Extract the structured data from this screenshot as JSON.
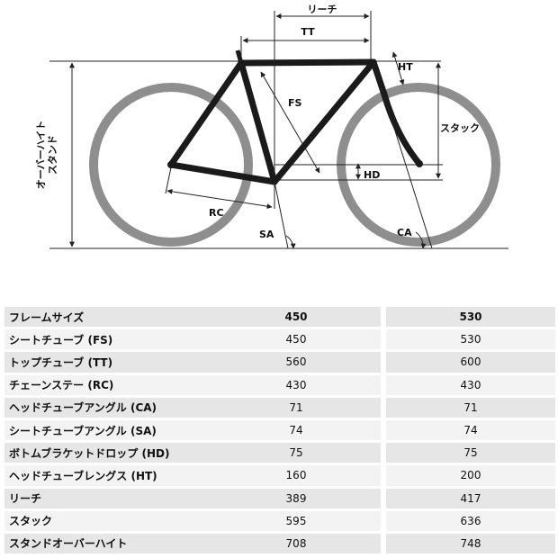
{
  "diagram": {
    "labels": {
      "reach": "リーチ",
      "tt": "TT",
      "ht": "HT",
      "fs": "FS",
      "stack": "スタック",
      "hd": "HD",
      "rc": "RC",
      "sa": "SA",
      "ca": "CA",
      "standover_line1": "スタンド",
      "standover_line2": "オーバーハイト"
    },
    "colors": {
      "wheel": "#8e8e8e",
      "frame": "#1a1a1a",
      "dim_line": "#222222"
    }
  },
  "table": {
    "header": {
      "label": "フレームサイズ",
      "sizes": [
        "450",
        "530"
      ]
    },
    "rows": [
      {
        "label": "シートチューブ (FS)",
        "values": [
          "450",
          "530"
        ]
      },
      {
        "label": "トップチューブ (TT)",
        "values": [
          "560",
          "600"
        ]
      },
      {
        "label": "チェーンステー (RC)",
        "values": [
          "430",
          "430"
        ]
      },
      {
        "label": "ヘッドチューブアングル (CA)",
        "values": [
          "71",
          "71"
        ]
      },
      {
        "label": "シートチューブアングル (SA)",
        "values": [
          "74",
          "74"
        ]
      },
      {
        "label": "ボトムブラケットドロップ (HD)",
        "values": [
          "75",
          "75"
        ]
      },
      {
        "label": "ヘッドチューブレングス (HT)",
        "values": [
          "160",
          "200"
        ]
      },
      {
        "label": "リーチ",
        "values": [
          "389",
          "417"
        ]
      },
      {
        "label": "スタック",
        "values": [
          "595",
          "636"
        ]
      },
      {
        "label": "スタンドオーバーハイト",
        "values": [
          "708",
          "748"
        ]
      }
    ]
  }
}
